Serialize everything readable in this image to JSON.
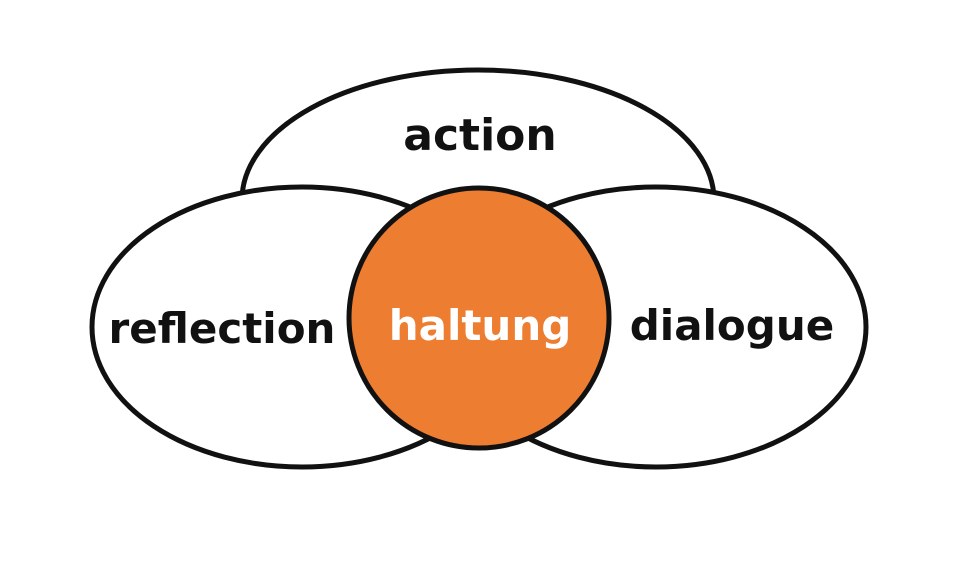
{
  "diagram": {
    "top_label": "action",
    "left_label": "reflection",
    "right_label": "dialogue",
    "center_label": "haltung"
  },
  "colors": {
    "outline": "#111111",
    "ellipse_fill": "#ffffff",
    "center_fill": "#ed7d31",
    "center_text": "#ffffff",
    "outer_text": "#111111"
  }
}
